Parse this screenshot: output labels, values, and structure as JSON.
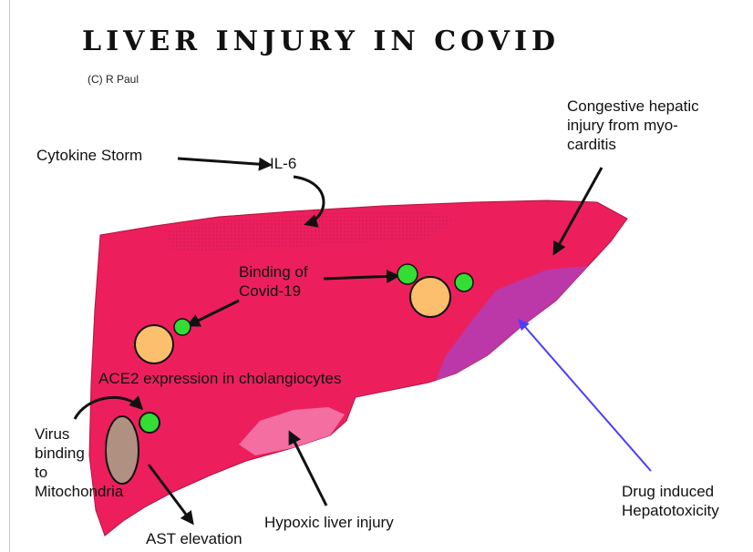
{
  "title": "Liver Injury in COVID",
  "credit": "(C) R Paul",
  "labels": {
    "cytokine_storm": "Cytokine Storm",
    "il6": "IL-6",
    "congestive": [
      "Congestive hepatic",
      "injury from myo-",
      "carditis"
    ],
    "binding": [
      "Binding of",
      "Covid-19"
    ],
    "ace2": "ACE2 expression in cholangiocytes",
    "virus_binding": [
      "Virus",
      "binding",
      "to",
      "Mitochondria"
    ],
    "ast": "AST elevation",
    "hypoxic": "Hypoxic liver injury",
    "drug": [
      "Drug induced",
      "Hepatotoxicity"
    ]
  },
  "colors": {
    "liver": "#ec1f5c",
    "liver_outline": "#b01540",
    "cell": "#fbbf6e",
    "virus": "#33dd33",
    "mitochondria": "#b09080",
    "drug_arrow": "#4b3cff",
    "drug_zone": "#b43cb4",
    "hypoxic_zone": "#f577a8"
  }
}
